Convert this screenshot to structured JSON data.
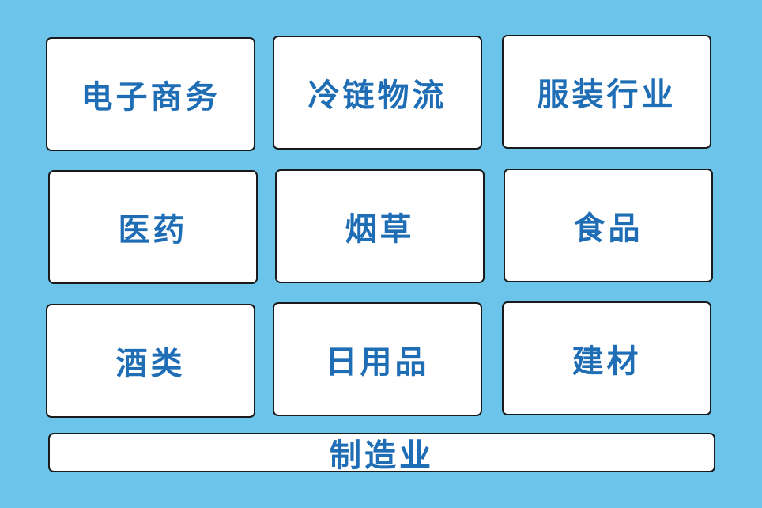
{
  "colors": {
    "background": "#6CC4EB",
    "tile_fill": "#FFFFFF",
    "tile_border": "#1A1A1A",
    "text": "#1E6DB5"
  },
  "tiles": [
    {
      "label": "电子商务"
    },
    {
      "label": "冷链物流"
    },
    {
      "label": "服装行业"
    },
    {
      "label": "医药"
    },
    {
      "label": "烟草"
    },
    {
      "label": "食品"
    },
    {
      "label": "酒类"
    },
    {
      "label": "日用品"
    },
    {
      "label": "建材"
    }
  ],
  "bottom_bar": {
    "label": "制造业"
  }
}
